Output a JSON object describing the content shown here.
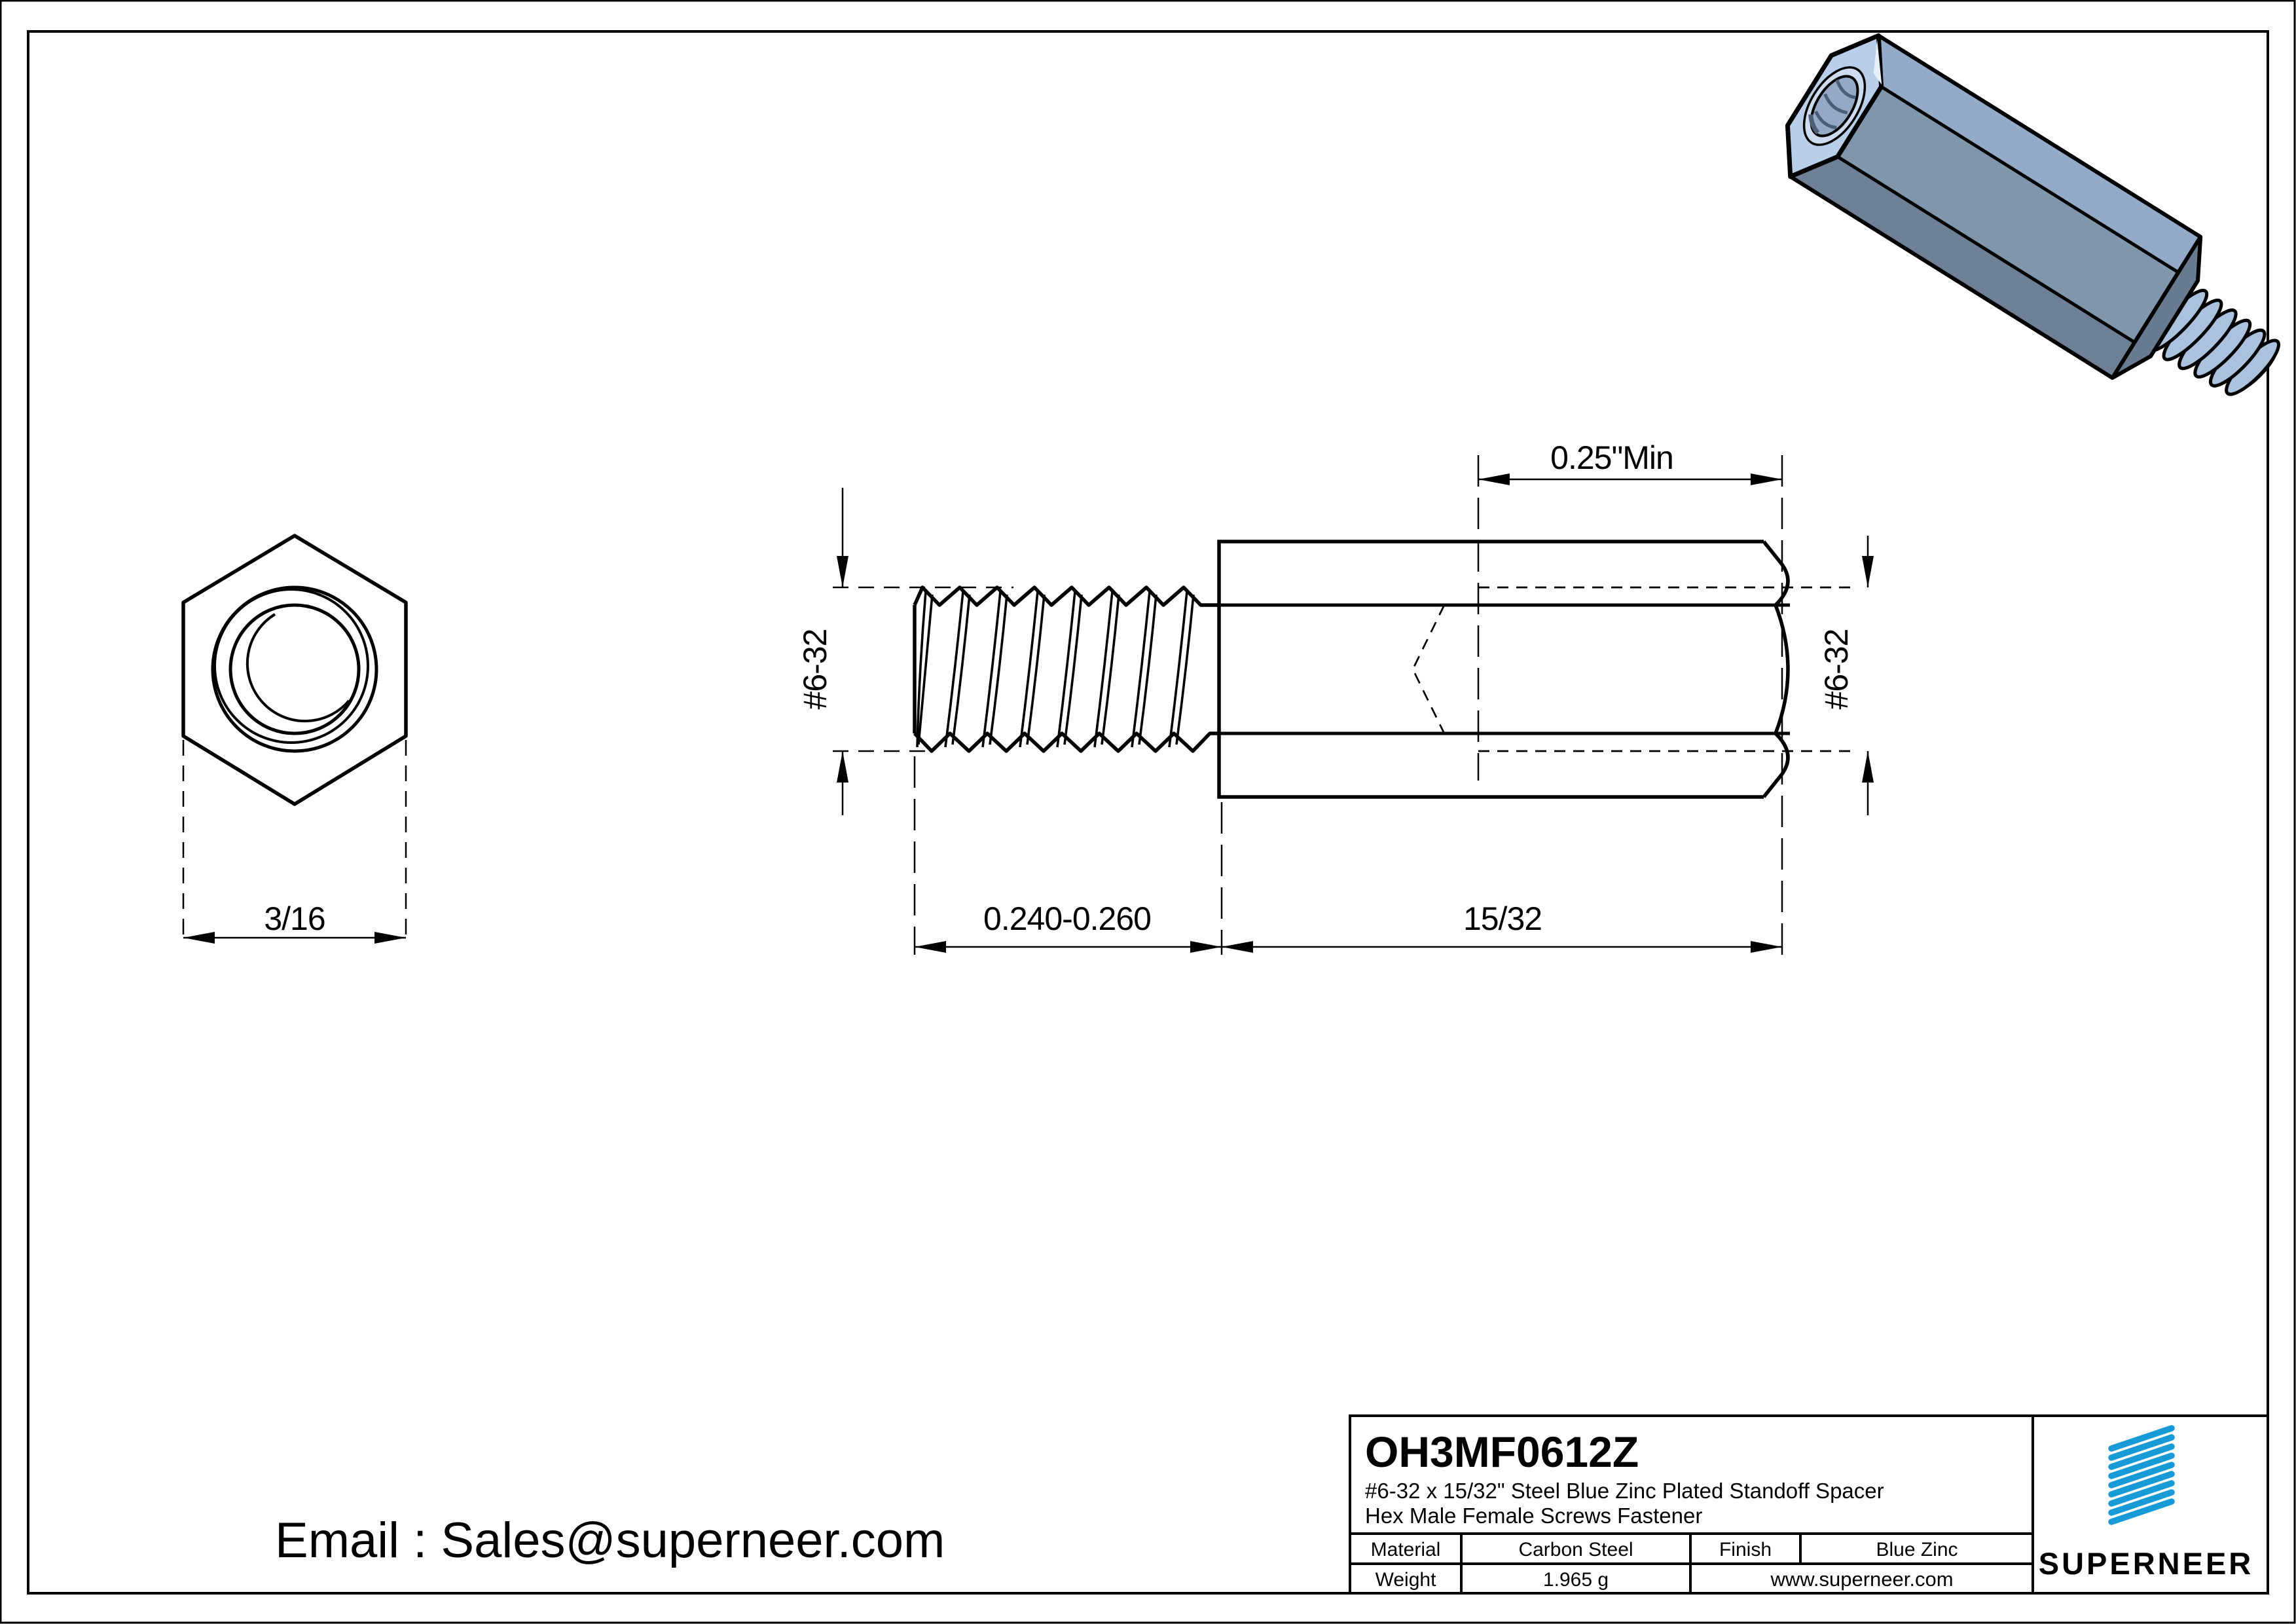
{
  "views": {
    "hex_end_view": {
      "width_dim": "3/16"
    },
    "side_view": {
      "male_thread_label": "#6-32",
      "female_thread_label": "#6-32",
      "stud_length_dim": "0.240-0.260",
      "body_length_dim": "15/32",
      "thread_depth_dim": "0.25\"Min"
    }
  },
  "contact": {
    "email_line": "Email : Sales@superneer.com"
  },
  "title_block": {
    "part_number": "OH3MF0612Z",
    "description_line1": "#6-32 x 15/32\" Steel Blue Zinc Plated Standoff Spacer",
    "description_line2": "Hex Male Female Screws Fastener",
    "material_label": "Material",
    "material_value": "Carbon Steel",
    "finish_label": "Finish",
    "finish_value": "Blue Zinc",
    "weight_label": "Weight",
    "weight_value": "1.965 g",
    "website": "www.superneer.com",
    "brand": "SUPERNEER"
  },
  "colors": {
    "line": "#000000",
    "logo_blue": "#189ad6",
    "link_blue": "#1b75d8",
    "render_end_face": "#b9cfe9",
    "render_ring": "#ccdbed",
    "render_hole": "#93a9c6",
    "render_top_face": "#93aac9",
    "render_front_face": "#8096ad",
    "render_bottom_face": "#6e8095",
    "render_end_chamfer": "#697b90",
    "render_stud": "#abc2df",
    "render_highlight": "#e6effa",
    "render_thread_shadow": "#4d5e76"
  }
}
